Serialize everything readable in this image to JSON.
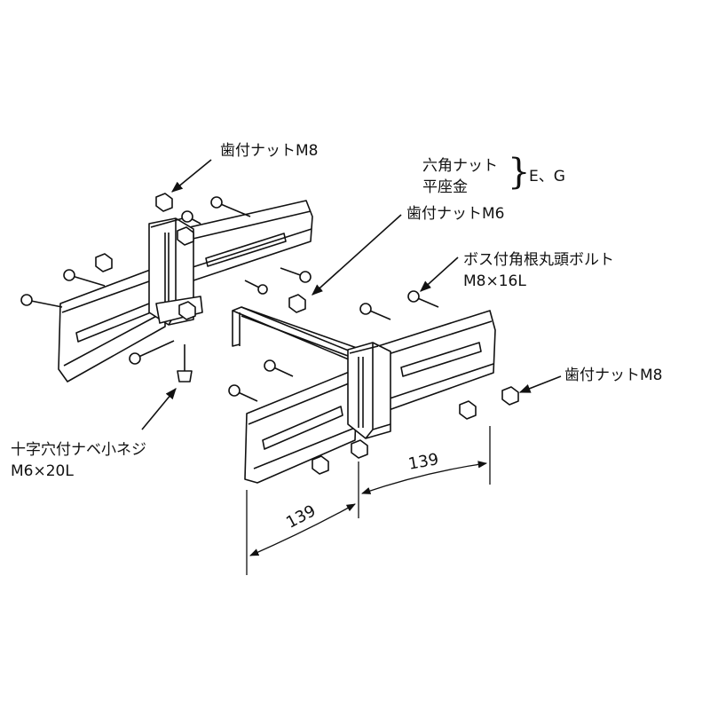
{
  "labels": {
    "flange_nut_m8_top": "歯付ナットM8",
    "hex_nut": "六角ナット",
    "flat_washer": "平座金",
    "eg_note": "E、G",
    "flange_nut_m6": "歯付ナットM6",
    "carriage_bolt_line1": "ボス付角根丸頭ボルト",
    "carriage_bolt_line2": "M8×16L",
    "flange_nut_m8_right": "歯付ナットM8",
    "screw_line1": "十字穴付ナベ小ネジ",
    "screw_line2": "M6×20L"
  },
  "dimensions": {
    "left": "139",
    "right": "139"
  },
  "colors": {
    "line": "#111111",
    "background": "#ffffff"
  }
}
